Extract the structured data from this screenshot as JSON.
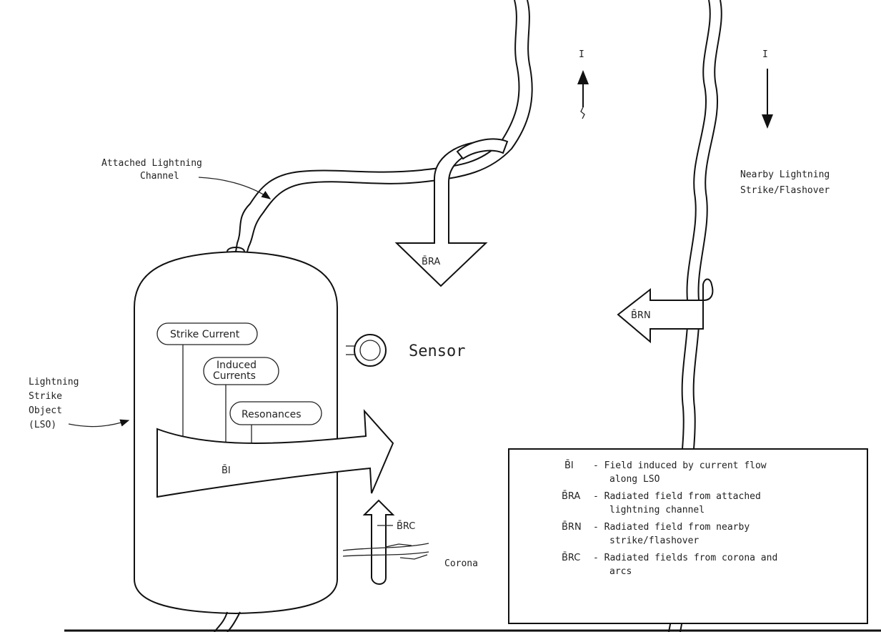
{
  "labels": {
    "current_left": "I",
    "current_right": "I",
    "attached_channel": [
      "Attached Lightning",
      "Channel"
    ],
    "nearby_strike": [
      "Nearby Lightning",
      "Strike/Flashover"
    ],
    "lso": [
      "Lightning",
      "Strike",
      "Object",
      "(LSO)"
    ],
    "sensor": "Sensor",
    "corona": "Corona",
    "b_ra": "B̄RA",
    "b_rn": "B̄RN",
    "b_i": "B̄I",
    "b_rc": "B̄RC"
  },
  "boxes": {
    "strike_current": "Strike Current",
    "induced_currents": [
      "Induced",
      "Currents"
    ],
    "resonances": "Resonances"
  },
  "legend": [
    {
      "symbol": "B̄I",
      "lines": [
        "- Field induced by current flow",
        "along LSO"
      ]
    },
    {
      "symbol": "B̄RA",
      "lines": [
        "- Radiated field from attached",
        "lightning channel"
      ]
    },
    {
      "symbol": "B̄RN",
      "lines": [
        "- Radiated field from nearby",
        "strike/flashover"
      ]
    },
    {
      "symbol": "B̄RC",
      "lines": [
        "- Radiated fields from corona and",
        "arcs"
      ]
    }
  ]
}
